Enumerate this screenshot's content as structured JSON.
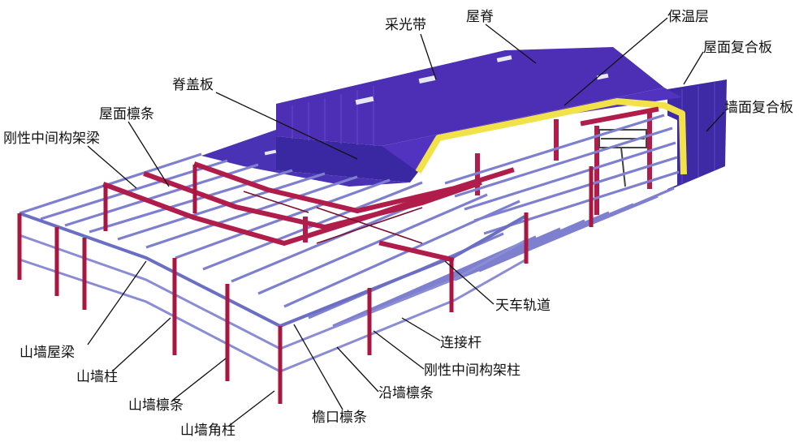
{
  "labels": {
    "skylight": "采光带",
    "ridge": "屋脊",
    "insulation": "保温层",
    "roof_panel": "屋面复合板",
    "ridge_cap": "脊盖板",
    "roof_purlin": "屋面檩条",
    "rigid_mid_beam": "刚性中间构架梁",
    "wall_panel": "墙面复合板",
    "crane_rail": "天车轨道",
    "gable_beam": "山墙屋梁",
    "tie_rod": "连接杆",
    "gable_column": "山墙柱",
    "rigid_mid_column": "刚性中间构架柱",
    "eave_wall_girt": "沿墙檩条",
    "gable_girt": "山墙檩条",
    "eave_purlin": "檐口檩条",
    "gable_corner_column": "山墙角柱"
  },
  "colors": {
    "roof": "#4c2fb4",
    "wall": "#3f2aa6",
    "frame": "#b01d4b",
    "purlin": "#7e80cf",
    "insulation": "#f2e24a"
  }
}
